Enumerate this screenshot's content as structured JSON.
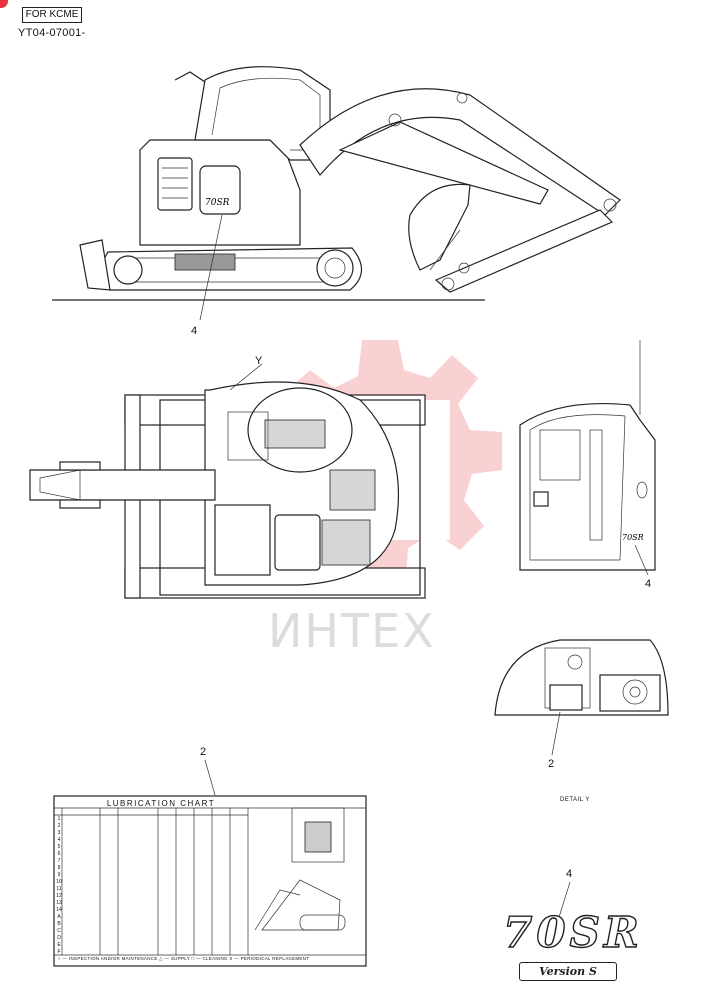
{
  "header": {
    "stamp": "FOR KCME",
    "reference_code": "YT04-07001-"
  },
  "callouts": {
    "side_view": "4",
    "cab_view": "4",
    "detail_view": "2",
    "chart_ref": "2",
    "logo_ref": "4",
    "detail_marker": "Y"
  },
  "detail": {
    "label": "DETAIL Y"
  },
  "lubrication_chart": {
    "title": "LUBRICATION CHART",
    "footer": "○ — INSPECTION AND/OR MAINTENANCE    △ — SUPPLY    □ — CLEANING    X — PERIODICAL REPLACEMENT",
    "rows": [
      "1",
      "2",
      "3",
      "4",
      "5",
      "6",
      "7",
      "8",
      "9",
      "10",
      "11",
      "12",
      "13",
      "14",
      "A",
      "B",
      "C",
      "D",
      "E",
      "F"
    ]
  },
  "logo": {
    "model": "70SR",
    "version": "Version S"
  },
  "watermark": {
    "text": "ИНТЕХ",
    "color": "#e8323c"
  }
}
